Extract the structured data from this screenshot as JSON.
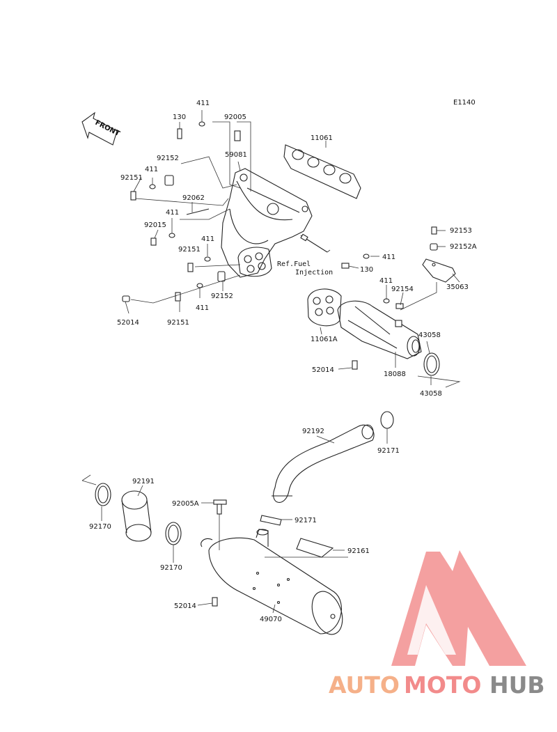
{
  "diagram": {
    "code": "E1140",
    "front_label": "FRONT",
    "ref_line1": "Ref.Fuel",
    "ref_line2": "Injection",
    "parts": {
      "p130a": "130",
      "p411a": "411",
      "p92005": "92005",
      "p11061": "11061",
      "p59081": "59081",
      "p92152a": "92152",
      "p411b": "411",
      "p92151a": "92151",
      "p92062": "92062",
      "p411c": "411",
      "p92015": "92015",
      "p411d": "411",
      "p92151b": "92151",
      "p411e": "411",
      "p130b": "130",
      "p92153": "92153",
      "p92152A": "92152A",
      "p35063": "35063",
      "p411f": "411",
      "p92154": "92154",
      "p92152b": "92152",
      "p411g": "411",
      "p52014a": "52014",
      "p92151c": "92151",
      "p11061A": "11061A",
      "p43058a": "43058",
      "p52014b": "52014",
      "p18088": "18088",
      "p43058b": "43058",
      "p92192": "92192",
      "p92171a": "92171",
      "p92191": "92191",
      "p92005A": "92005A",
      "p92170a": "92170",
      "p92171b": "92171",
      "p92161": "92161",
      "p92170b": "92170",
      "p52014c": "52014",
      "p49070": "49070"
    }
  },
  "watermark": {
    "brand_part1": "AUTO",
    "brand_part2": "MOTO",
    "brand_part3": "HUB",
    "color_orange": "#f5b089",
    "color_red": "#f28b8b",
    "color_gray": "#8a8a8a"
  }
}
